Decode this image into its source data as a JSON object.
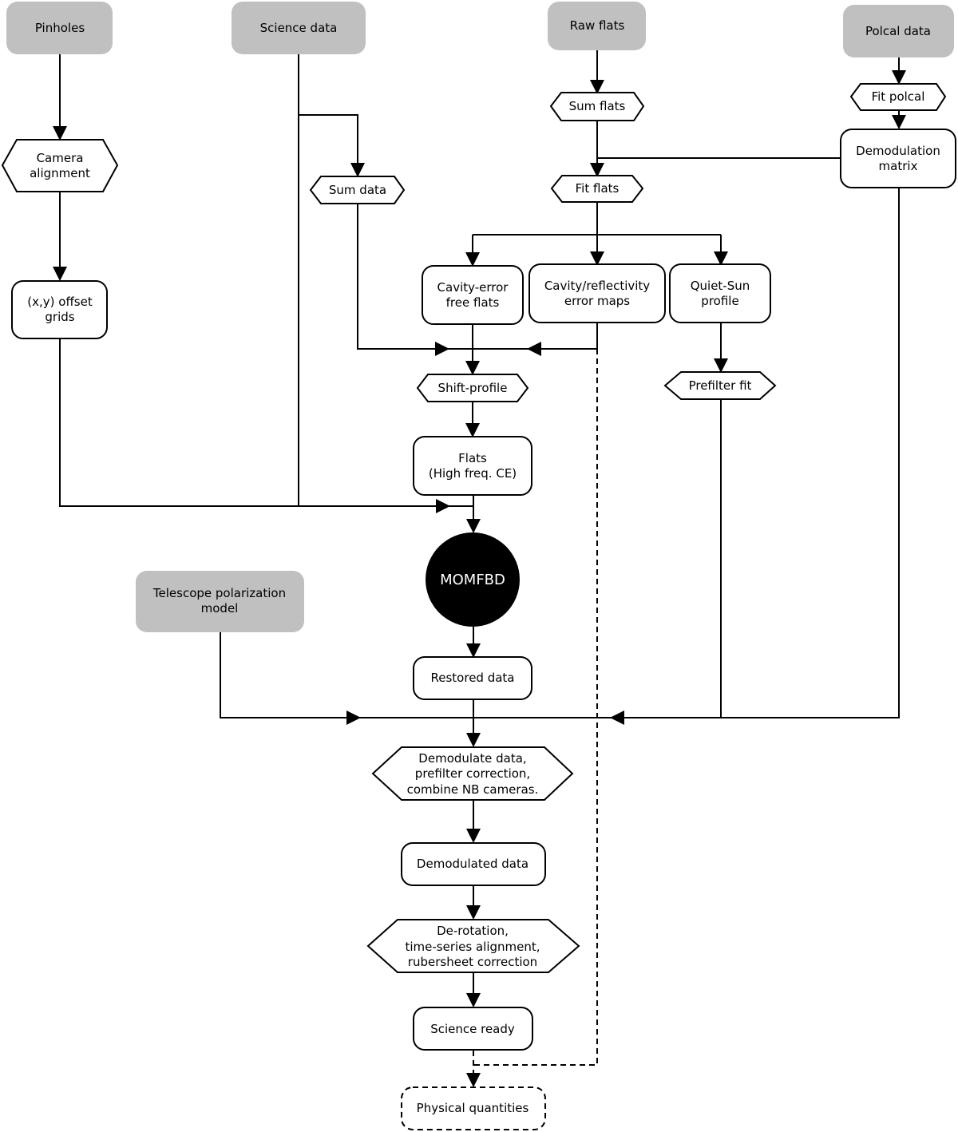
{
  "diagram": {
    "sources": {
      "pinholes": "Pinholes",
      "science_data": "Science data",
      "raw_flats": "Raw flats",
      "polcal_data": "Polcal data",
      "telescope_model": [
        "Telescope polarization",
        "model"
      ]
    },
    "processes": {
      "camera_alignment": [
        "Camera",
        "alignment"
      ],
      "sum_data": "Sum data",
      "sum_flats": "Sum flats",
      "fit_polcal": "Fit polcal",
      "fit_flats": "Fit flats",
      "shift_profile": "Shift-profile",
      "prefilter_fit": "Prefilter fit",
      "demodulate": [
        "Demodulate data,",
        "prefilter correction,",
        "combine NB cameras."
      ],
      "derotation": [
        "De-rotation,",
        "time-series alignment,",
        "rubersheet correction"
      ]
    },
    "products": {
      "offset_grids": [
        "(x,y) offset",
        "grids"
      ],
      "demod_matrix": [
        "Demodulation",
        "matrix"
      ],
      "ce_free_flats": [
        "Cavity-error",
        "free flats"
      ],
      "cavity_maps": [
        "Cavity/reflectivity",
        "error maps"
      ],
      "quiet_sun": [
        "Quiet-Sun",
        "profile"
      ],
      "flats_hf": [
        "Flats",
        "(High freq. CE)"
      ],
      "restored": "Restored data",
      "demodulated": "Demodulated data",
      "science_ready": "Science ready",
      "physical": "Physical quantities"
    },
    "core": {
      "momfbd": "MOMFBD"
    }
  }
}
